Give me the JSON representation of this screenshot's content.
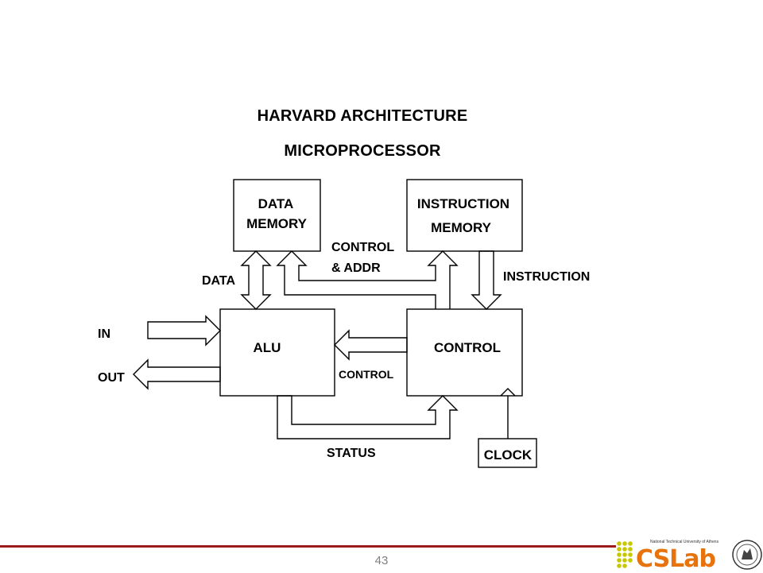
{
  "title_line1": "HARVARD ARCHITECTURE",
  "title_line2": "MICROPROCESSOR",
  "blocks": {
    "data_memory": [
      "DATA",
      "MEMORY"
    ],
    "instruction_memory": [
      "INSTRUCTION",
      "MEMORY"
    ],
    "alu": "ALU",
    "control": "CONTROL",
    "clock": "CLOCK"
  },
  "signals": {
    "data": "DATA",
    "control_addr": [
      "CONTROL",
      "& ADDR"
    ],
    "instruction": "INSTRUCTION",
    "in": "IN",
    "out": "OUT",
    "control": "CONTROL",
    "status": "STATUS"
  },
  "footer": {
    "page_number": "43",
    "logo_text": "CSLab",
    "logo_subtitle": "National Technical University of Athens"
  },
  "colors": {
    "footer_line": "#9b1b1b",
    "logo_orange": "#e8720c",
    "logo_dots": "#c8c800"
  }
}
